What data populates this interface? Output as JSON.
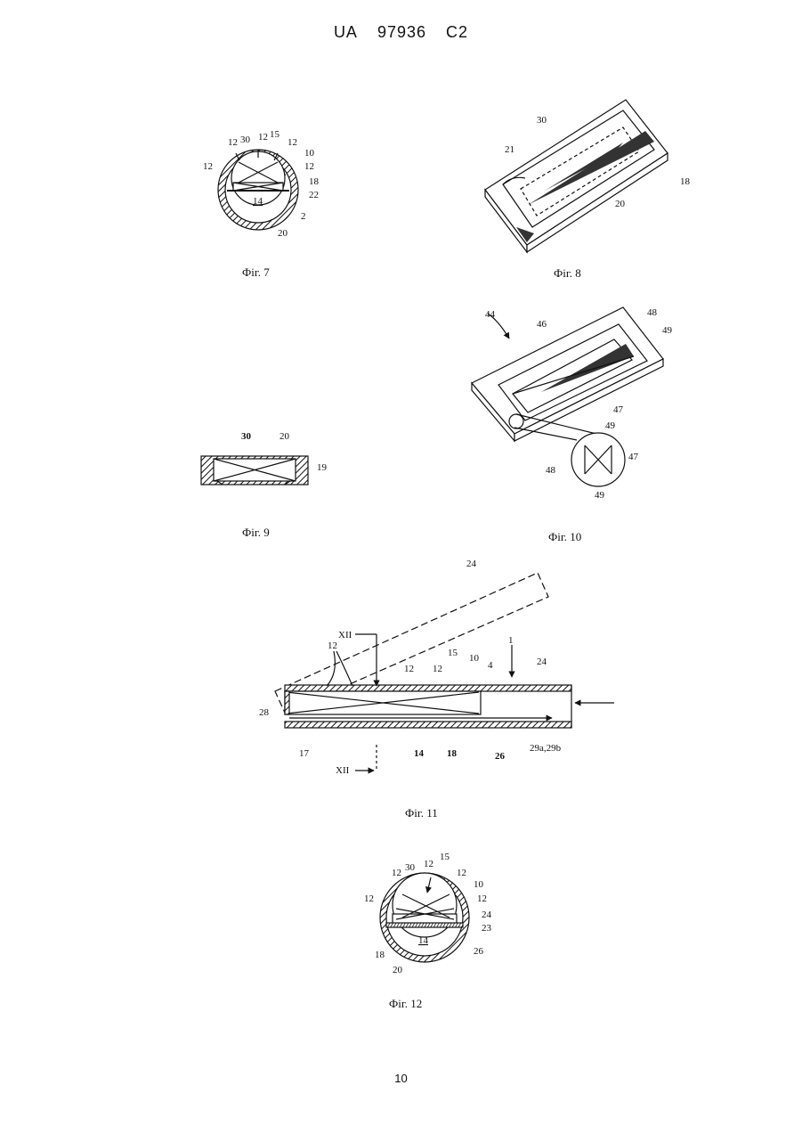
{
  "header": {
    "country": "UA",
    "number": "97936",
    "kind": "C2"
  },
  "page_number": "10",
  "figures": {
    "fig7": {
      "caption": "Фіг. 7",
      "labels": [
        "12",
        "30",
        "12",
        "15",
        "12",
        "10",
        "12",
        "12",
        "18",
        "22",
        "14",
        "2",
        "20"
      ]
    },
    "fig8": {
      "caption": "Фіг. 8",
      "labels": [
        "30",
        "21",
        "18",
        "20"
      ]
    },
    "fig9": {
      "caption": "Фіг. 9",
      "labels": [
        "30",
        "20",
        "19"
      ]
    },
    "fig10": {
      "caption": "Фіг. 10",
      "labels": [
        "44",
        "46",
        "48",
        "49",
        "47",
        "49",
        "47",
        "48",
        "49"
      ]
    },
    "fig11": {
      "caption": "Фіг. 11",
      "labels": [
        "24",
        "XII",
        "1",
        "12",
        "12",
        "12",
        "15",
        "10",
        "4",
        "24",
        "28",
        "17",
        "14",
        "18",
        "26",
        "29a,29b",
        "XII"
      ]
    },
    "fig12": {
      "caption": "Фіг. 12",
      "labels": [
        "12",
        "30",
        "12",
        "15",
        "12",
        "10",
        "12",
        "12",
        "24",
        "23",
        "14",
        "18",
        "20",
        "26"
      ]
    }
  }
}
